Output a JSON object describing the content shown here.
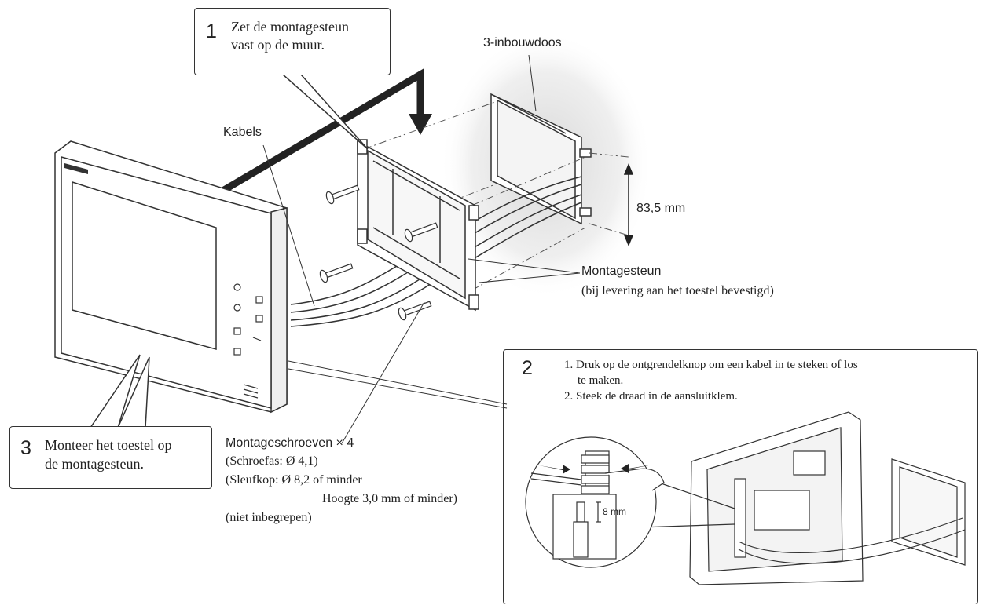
{
  "callouts": {
    "step1": {
      "number": "1",
      "line1": "Zet de montagesteun",
      "line2": "vast op de muur."
    },
    "step2": {
      "number": "2",
      "line1": "1. Druk op de ontgrendelknop om een kabel in te steken of los",
      "line2": "te maken.",
      "line3": "2. Steek de draad in de aansluitklem."
    },
    "step3": {
      "number": "3",
      "line1": "Monteer het toestel op",
      "line2": "de montagesteun."
    }
  },
  "labels": {
    "box": "3-inbouwdoos",
    "cables": "Kabels",
    "dimension": "83,5 mm",
    "bracket": "Montagesteun",
    "bracket_note": "(bij levering aan het toestel bevestigd)",
    "screws_title": "Montageschroeven × 4",
    "screws_shaft": "(Schroefas: Ø 4,1)",
    "screws_head": "(Sleufkop: Ø 8,2 of minder",
    "screws_height": "Hoogte 3,0 mm of minder)",
    "screws_excluded": "(niet inbegrepen)",
    "wire_length": "8 mm"
  },
  "colors": {
    "stroke": "#333333",
    "fill": "#ffffff",
    "shadow": "#e6e6e6"
  }
}
